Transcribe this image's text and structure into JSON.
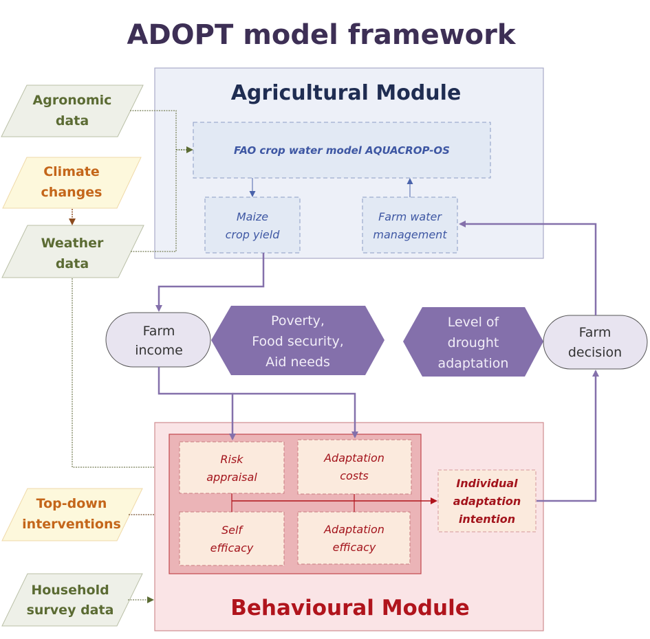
{
  "title": "ADOPT model framework",
  "colors": {
    "title": "#3d2f55",
    "agri_bg": "#edf0f8",
    "agri_border": "#a9abc8",
    "agri_inner_bg": "#e2e9f4",
    "agri_inner_border": "#8b9bc4",
    "blue_text": "#3e57a3",
    "beh_bg": "#fae4e6",
    "beh_border": "#cf8c90",
    "beh_inner_bg": "#ebb4b7",
    "beh_inner_border": "#c0454c",
    "beh_box_bg": "#fbeadd",
    "red_text": "#a3141c",
    "purple": "#8470ab",
    "terminal_bg": "#e8e4f0",
    "input_green_bg": "#eef0e8",
    "input_green_text": "#5b6b33",
    "input_orange_bg": "#fdf8dc",
    "input_orange_text": "#c4661a"
  },
  "inputs": {
    "agronomic": [
      "Agronomic",
      "data"
    ],
    "climate": [
      "Climate",
      "changes"
    ],
    "weather": [
      "Weather",
      "data"
    ],
    "topdown": [
      "Top-down",
      "interventions"
    ],
    "household": [
      "Household",
      "survey data"
    ]
  },
  "agricultural_module": {
    "title": "Agricultural Module",
    "crop_model": "FAO crop water model AQUACROP-OS",
    "maize": [
      "Maize",
      "crop yield"
    ],
    "water_mgmt": [
      "Farm water",
      "management"
    ]
  },
  "middle": {
    "farm_income": [
      "Farm",
      "income"
    ],
    "poverty": [
      "Poverty,",
      "Food security,",
      "Aid needs"
    ],
    "drought": [
      "Level of",
      "drought",
      "adaptation"
    ],
    "farm_decision": [
      "Farm",
      "decision"
    ]
  },
  "behavioural_module": {
    "title": "Behavioural Module",
    "risk": [
      "Risk",
      "appraisal"
    ],
    "costs": [
      "Adaptation",
      "costs"
    ],
    "self": [
      "Self",
      "efficacy"
    ],
    "efficacy": [
      "Adaptation",
      "efficacy"
    ],
    "intention": [
      "Individual",
      "adaptation",
      "intention"
    ]
  }
}
